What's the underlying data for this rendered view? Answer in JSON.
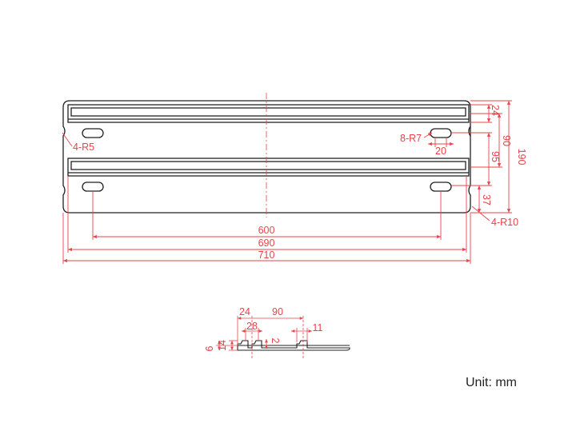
{
  "dimensions": {
    "overall_width": "710",
    "rail_span": "690",
    "hole_span": "600",
    "overall_height": "190",
    "rail_pitch": "90",
    "rail_offset": "95",
    "rail_width": "24",
    "bottom_hole_offset": "37",
    "slot_spacing": "20",
    "slot_radius": "8-R7",
    "corner_radius": "4-R10",
    "notch_radius": "4-R5"
  },
  "profile": {
    "rail_width": "24",
    "rail_pitch": "90",
    "slot_a": "28",
    "slot_b": "11",
    "wall": "2",
    "height_14": "14",
    "height_6": "6"
  },
  "unit_label": "Unit: mm",
  "colors": {
    "outline": "#222222",
    "dimension": "#e8434a"
  }
}
